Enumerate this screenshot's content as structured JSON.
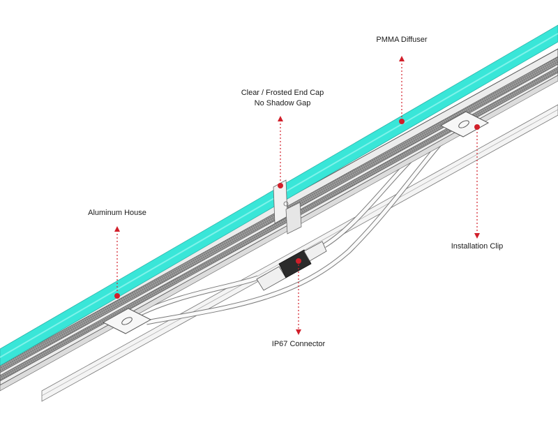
{
  "diagram": {
    "colors": {
      "diffuser": "#39e6d8",
      "leader": "#d11f2a",
      "outline": "#6b6b6b",
      "body": "#e9e9e9",
      "mesh": "#8a8a8a",
      "connector": "#2a2a2a"
    },
    "labels": {
      "pmma_diffuser": "PMMA Diffuser",
      "end_cap_line1": "Clear / Frosted End Cap",
      "end_cap_line2": "No Shadow Gap",
      "aluminum_house": "Aluminum House",
      "installation_clip": "Installation Clip",
      "ip67_connector": "IP67 Connector"
    }
  }
}
